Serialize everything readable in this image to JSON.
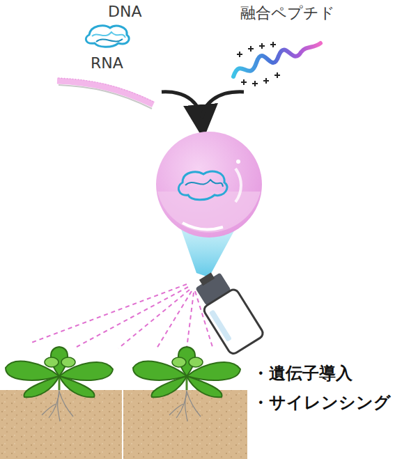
{
  "diagram": {
    "labels": [
      "DNA",
      "RNA",
      "融合ペプチド",
      "・遺伝子導入",
      "・サイレンシング"
    ]
  }
}
